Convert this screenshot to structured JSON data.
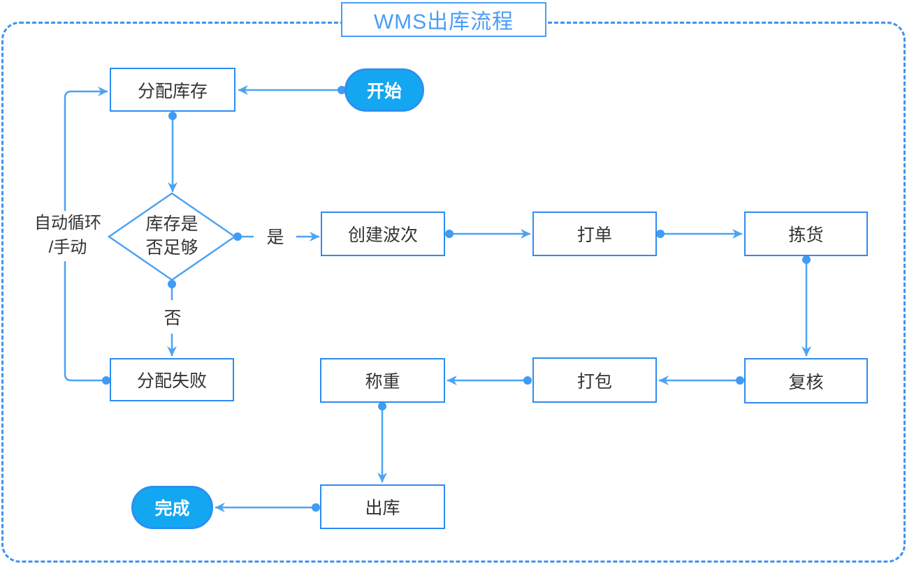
{
  "diagram": {
    "title": "WMS出库流程",
    "nodes": {
      "start": {
        "label": "开始",
        "type": "terminal"
      },
      "alloc": {
        "label": "分配库存",
        "type": "process"
      },
      "check": {
        "label": "库存是否足够",
        "line1": "库存是",
        "line2": "否足够",
        "type": "decision"
      },
      "wave": {
        "label": "创建波次",
        "type": "process"
      },
      "print": {
        "label": "打单",
        "type": "process"
      },
      "pick": {
        "label": "拣货",
        "type": "process"
      },
      "review": {
        "label": "复核",
        "type": "process"
      },
      "pack": {
        "label": "打包",
        "type": "process"
      },
      "weigh": {
        "label": "称重",
        "type": "process"
      },
      "fail": {
        "label": "分配失败",
        "type": "process"
      },
      "out": {
        "label": "出库",
        "type": "process"
      },
      "done": {
        "label": "完成",
        "type": "terminal"
      }
    },
    "edge_labels": {
      "yes": "是",
      "no": "否",
      "loop_line1": "自动循环",
      "loop_line2": "/手动"
    },
    "edges": [
      {
        "from": "开始",
        "to": "分配库存"
      },
      {
        "from": "分配库存",
        "to": "库存是否足够"
      },
      {
        "from": "库存是否足够",
        "to": "创建波次",
        "label": "是"
      },
      {
        "from": "创建波次",
        "to": "打单"
      },
      {
        "from": "打单",
        "to": "拣货"
      },
      {
        "from": "拣货",
        "to": "复核"
      },
      {
        "from": "复核",
        "to": "打包"
      },
      {
        "from": "打包",
        "to": "称重"
      },
      {
        "from": "称重",
        "to": "出库"
      },
      {
        "from": "出库",
        "to": "完成"
      },
      {
        "from": "库存是否足够",
        "to": "分配失败",
        "label": "否"
      },
      {
        "from": "分配失败",
        "to": "分配库存",
        "label": "自动循环/手动"
      }
    ],
    "colors": {
      "connector": "#4da3f2",
      "dot": "#3f9bf3",
      "box_border": "#2e8bf0",
      "terminal_fill": "#13a7f2",
      "terminal_border": "#2b90ee",
      "title_blue": "#4a9df5",
      "text": "#333333",
      "frame_border": "#4193f0"
    }
  }
}
